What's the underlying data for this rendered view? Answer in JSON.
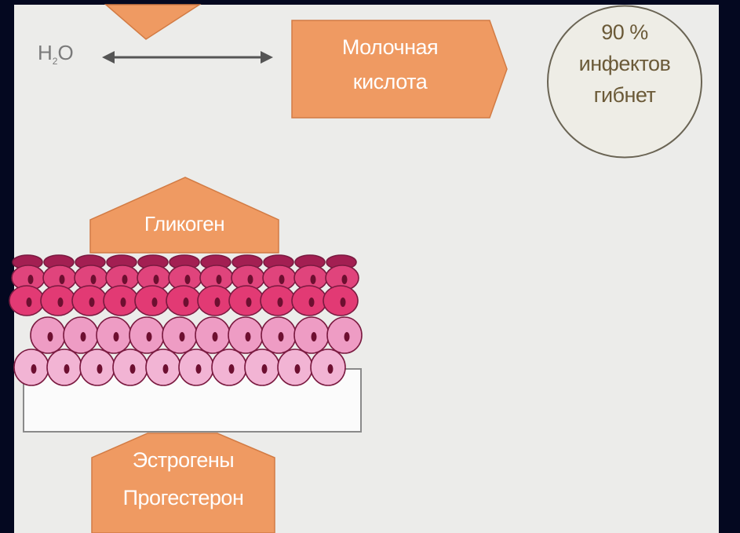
{
  "diagram": {
    "h2o": {
      "main_a": "H",
      "sub": "2",
      "main_b": "O"
    },
    "lactic_acid": {
      "line1": "Молочная",
      "line2": "кислота"
    },
    "oval": {
      "percent": "90 %",
      "line2": "инфектов",
      "line3": "гибнет"
    },
    "glycogen": {
      "label": "Гликоген"
    },
    "hormones": {
      "line1": "Эстрогены",
      "line2": "Прогестерон"
    },
    "colors": {
      "arrow_fill": "#ef9a62",
      "background": "#ececea",
      "frame": "#040820",
      "cell_dark": "#a31f52",
      "cell_mid": "#e0447c",
      "cell_light": "#ee9cc4",
      "cell_pale": "#f2b4d4"
    }
  }
}
